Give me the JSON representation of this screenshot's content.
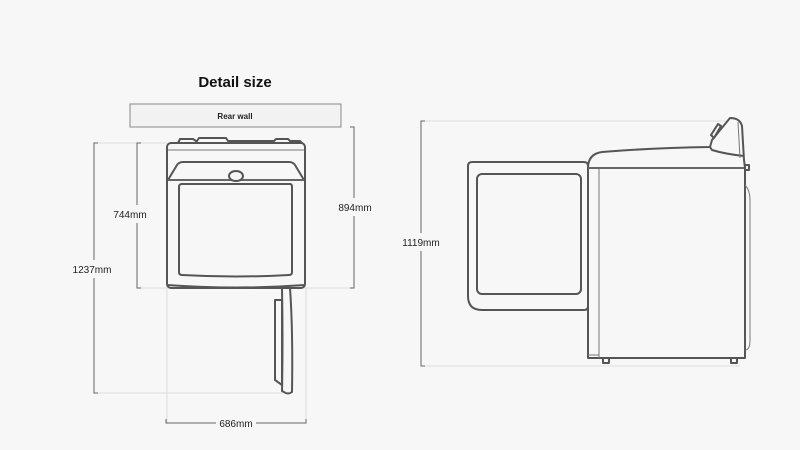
{
  "title": "Detail size",
  "rear_wall": "Rear wall",
  "dimensions": {
    "total_depth_open": "1237mm",
    "depth": "744mm",
    "depth_with_wall": "894mm",
    "width": "686mm",
    "height_open": "1119mm"
  }
}
